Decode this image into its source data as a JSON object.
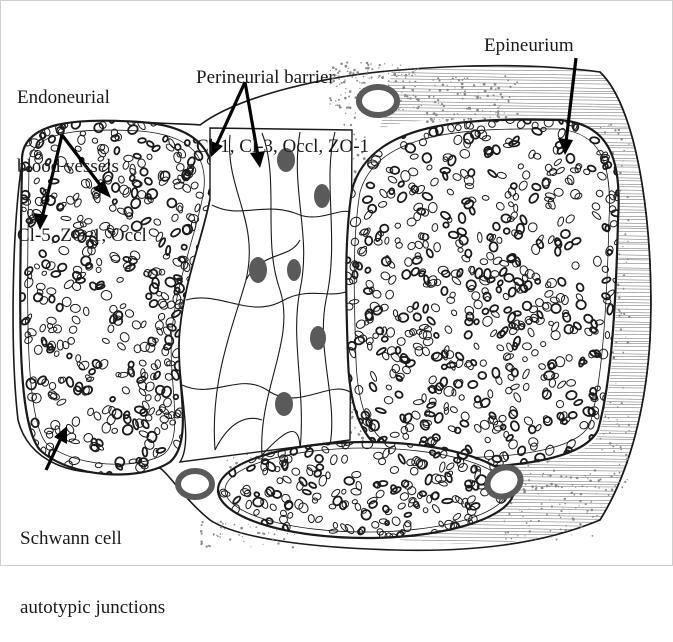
{
  "labels": {
    "endoneurial": {
      "line1": "Endoneurial",
      "line2": "blood vessels",
      "line3": "Cl-5, ZO-1, Occl"
    },
    "perineurial": {
      "line1": "Perineurial barrier",
      "line2": "Cl-1, Cl-3, Occl, ZO-1"
    },
    "epineurium": "Epineurium",
    "schwann": {
      "line1": "Schwann cell",
      "line2": "autotypic junctions"
    }
  },
  "colors": {
    "ink": "#1a1a1a",
    "nucleus": "#5a5a5a",
    "stipple": "#8c8c8c",
    "background": "#ffffff"
  }
}
